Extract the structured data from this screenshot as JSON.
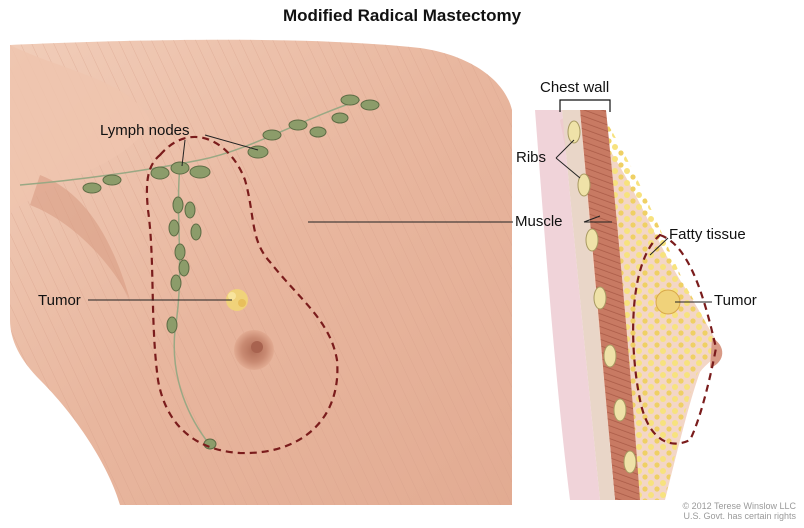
{
  "title": "Modified Radical Mastectomy",
  "labels": {
    "lymph_nodes": "Lymph nodes",
    "tumor_front": "Tumor",
    "chest_wall": "Chest wall",
    "ribs": "Ribs",
    "muscle": "Muscle",
    "fatty_tissue": "Fatty tissue",
    "tumor_side": "Tumor"
  },
  "copyright": {
    "line1": "© 2012 Terese Winslow LLC",
    "line2": "U.S. Govt. has certain rights"
  },
  "colors": {
    "skin": "#e9b9a2",
    "skin_light": "#f3d3c2",
    "muscle": "#c9806a",
    "fat": "#f2dc72",
    "node": "#8a9a68",
    "incision": "#7a1c1c"
  }
}
